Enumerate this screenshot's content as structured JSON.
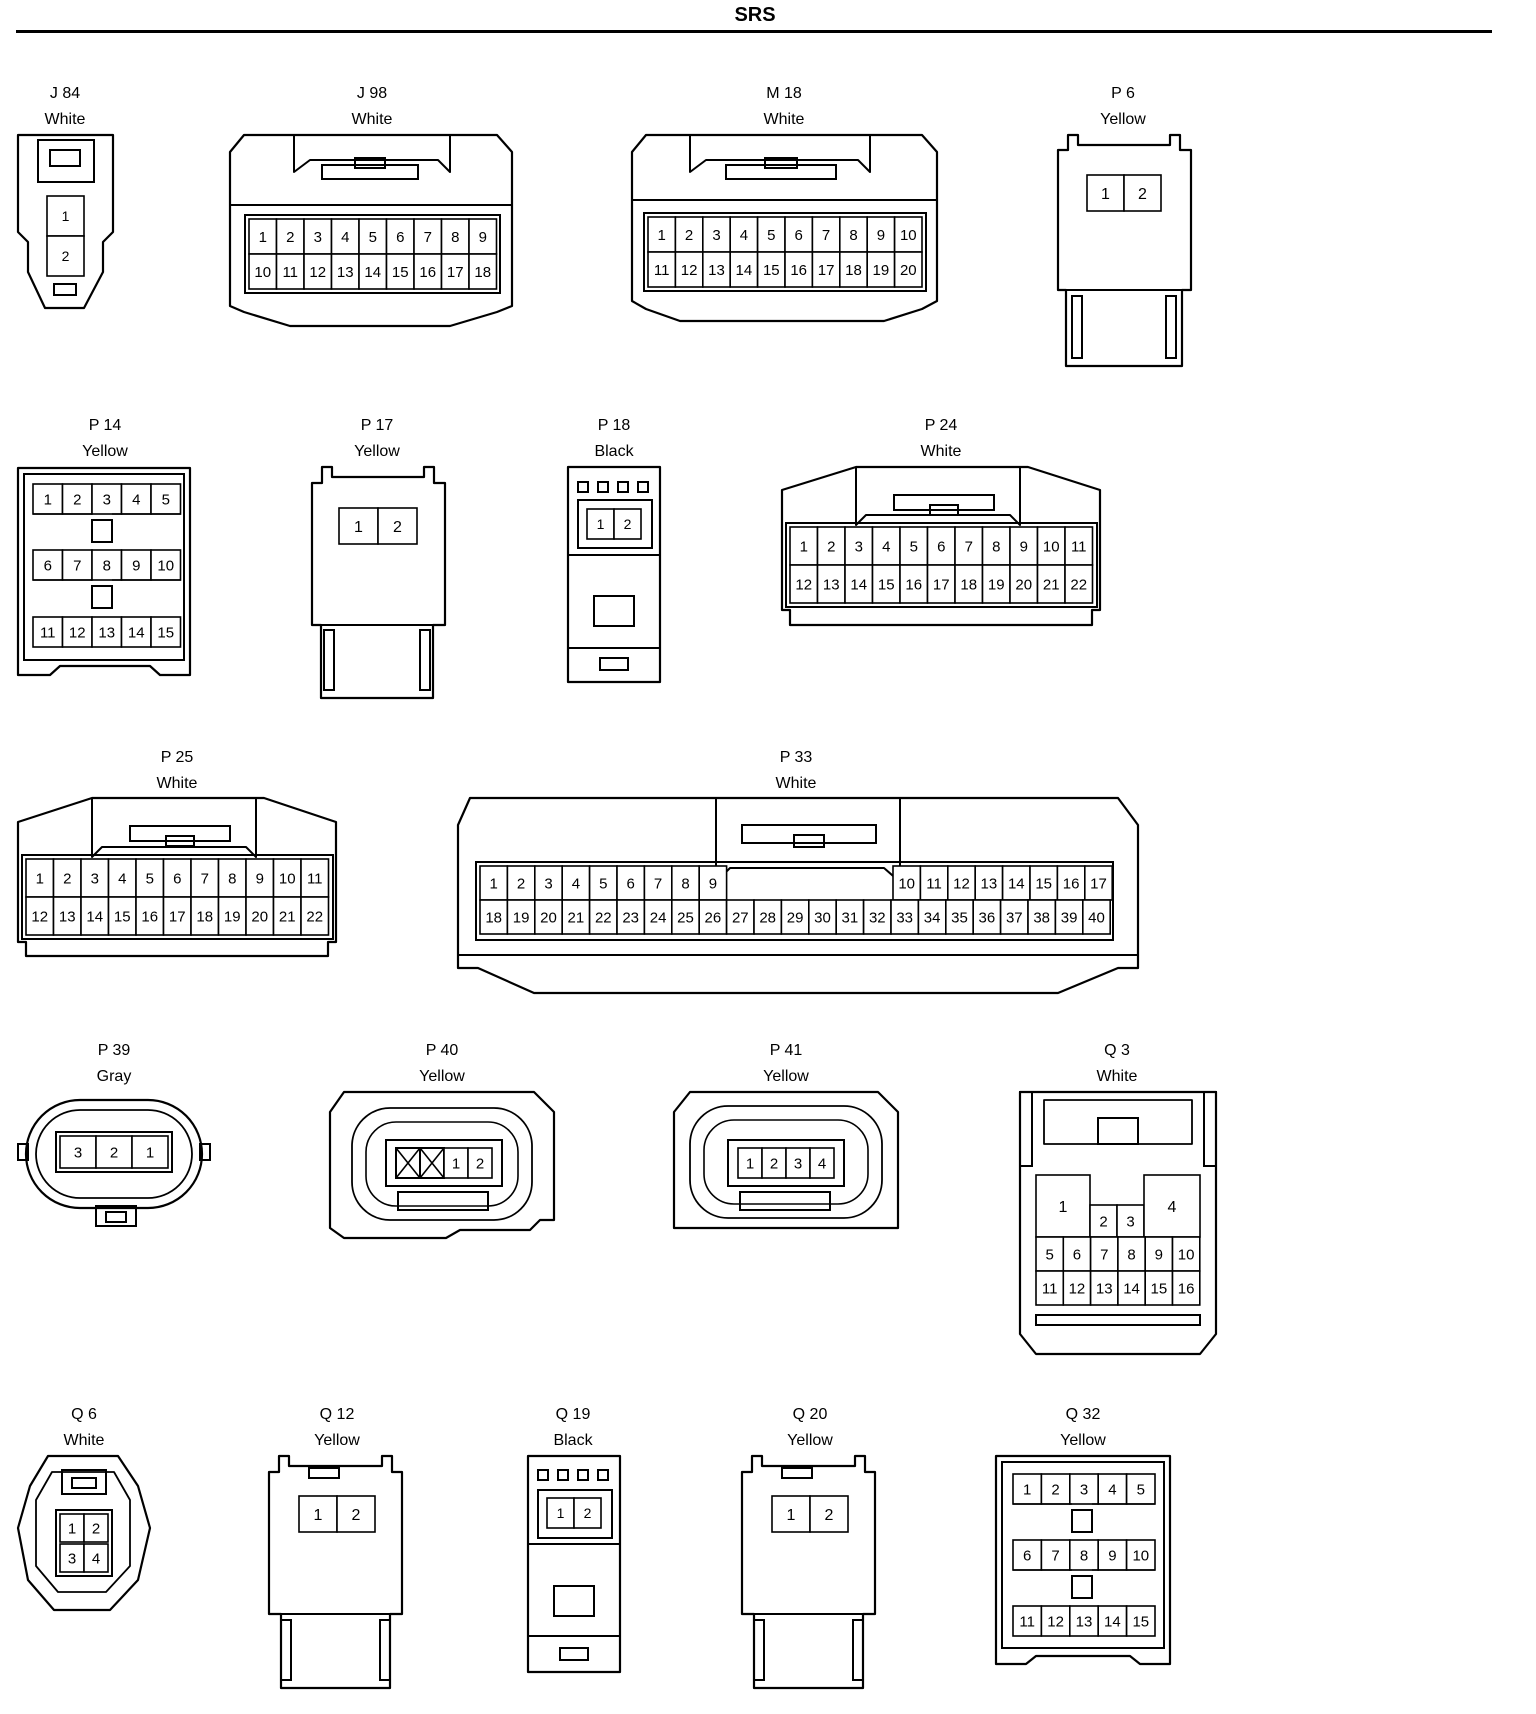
{
  "title": "SRS",
  "connectors": [
    {
      "id": "J 84",
      "color": "White",
      "pins": [
        "1",
        "2"
      ]
    },
    {
      "id": "J 98",
      "color": "White",
      "pins": [
        "1",
        "2",
        "3",
        "4",
        "5",
        "6",
        "7",
        "8",
        "9",
        "10",
        "11",
        "12",
        "13",
        "14",
        "15",
        "16",
        "17",
        "18"
      ]
    },
    {
      "id": "M 18",
      "color": "White",
      "pins": [
        "1",
        "2",
        "3",
        "4",
        "5",
        "6",
        "7",
        "8",
        "9",
        "10",
        "11",
        "12",
        "13",
        "14",
        "15",
        "16",
        "17",
        "18",
        "19",
        "20"
      ]
    },
    {
      "id": "P 6",
      "color": "Yellow",
      "pins": [
        "1",
        "2"
      ]
    },
    {
      "id": "P 14",
      "color": "Yellow",
      "pins": [
        "1",
        "2",
        "3",
        "4",
        "5",
        "6",
        "7",
        "8",
        "9",
        "10",
        "11",
        "12",
        "13",
        "14",
        "15"
      ]
    },
    {
      "id": "P 17",
      "color": "Yellow",
      "pins": [
        "1",
        "2"
      ]
    },
    {
      "id": "P 18",
      "color": "Black",
      "pins": [
        "1",
        "2"
      ]
    },
    {
      "id": "P 24",
      "color": "White",
      "pins": [
        "1",
        "2",
        "3",
        "4",
        "5",
        "6",
        "7",
        "8",
        "9",
        "10",
        "11",
        "12",
        "13",
        "14",
        "15",
        "16",
        "17",
        "18",
        "19",
        "20",
        "21",
        "22"
      ]
    },
    {
      "id": "P 25",
      "color": "White",
      "pins": [
        "1",
        "2",
        "3",
        "4",
        "5",
        "6",
        "7",
        "8",
        "9",
        "10",
        "11",
        "12",
        "13",
        "14",
        "15",
        "16",
        "17",
        "18",
        "19",
        "20",
        "21",
        "22"
      ]
    },
    {
      "id": "P 33",
      "color": "White",
      "pins": [
        "1",
        "2",
        "3",
        "4",
        "5",
        "6",
        "7",
        "8",
        "9",
        "10",
        "11",
        "12",
        "13",
        "14",
        "15",
        "16",
        "17",
        "18",
        "19",
        "20",
        "21",
        "22",
        "23",
        "24",
        "25",
        "26",
        "27",
        "28",
        "29",
        "30",
        "31",
        "32",
        "33",
        "34",
        "35",
        "36",
        "37",
        "38",
        "39",
        "40"
      ]
    },
    {
      "id": "P 39",
      "color": "Gray",
      "pins": [
        "3",
        "2",
        "1"
      ]
    },
    {
      "id": "P 40",
      "color": "Yellow",
      "pins": [
        "1",
        "2"
      ]
    },
    {
      "id": "P 41",
      "color": "Yellow",
      "pins": [
        "1",
        "2",
        "3",
        "4"
      ]
    },
    {
      "id": "Q 3",
      "color": "White",
      "pins": [
        "1",
        "2",
        "3",
        "4",
        "5",
        "6",
        "7",
        "8",
        "9",
        "10",
        "11",
        "12",
        "13",
        "14",
        "15",
        "16"
      ]
    },
    {
      "id": "Q 6",
      "color": "White",
      "pins": [
        "1",
        "2",
        "3",
        "4"
      ]
    },
    {
      "id": "Q 12",
      "color": "Yellow",
      "pins": [
        "1",
        "2"
      ]
    },
    {
      "id": "Q 19",
      "color": "Black",
      "pins": [
        "1",
        "2"
      ]
    },
    {
      "id": "Q 20",
      "color": "Yellow",
      "pins": [
        "1",
        "2"
      ]
    },
    {
      "id": "Q 32",
      "color": "Yellow",
      "pins": [
        "1",
        "2",
        "3",
        "4",
        "5",
        "6",
        "7",
        "8",
        "9",
        "10",
        "11",
        "12",
        "13",
        "14",
        "15"
      ]
    }
  ]
}
